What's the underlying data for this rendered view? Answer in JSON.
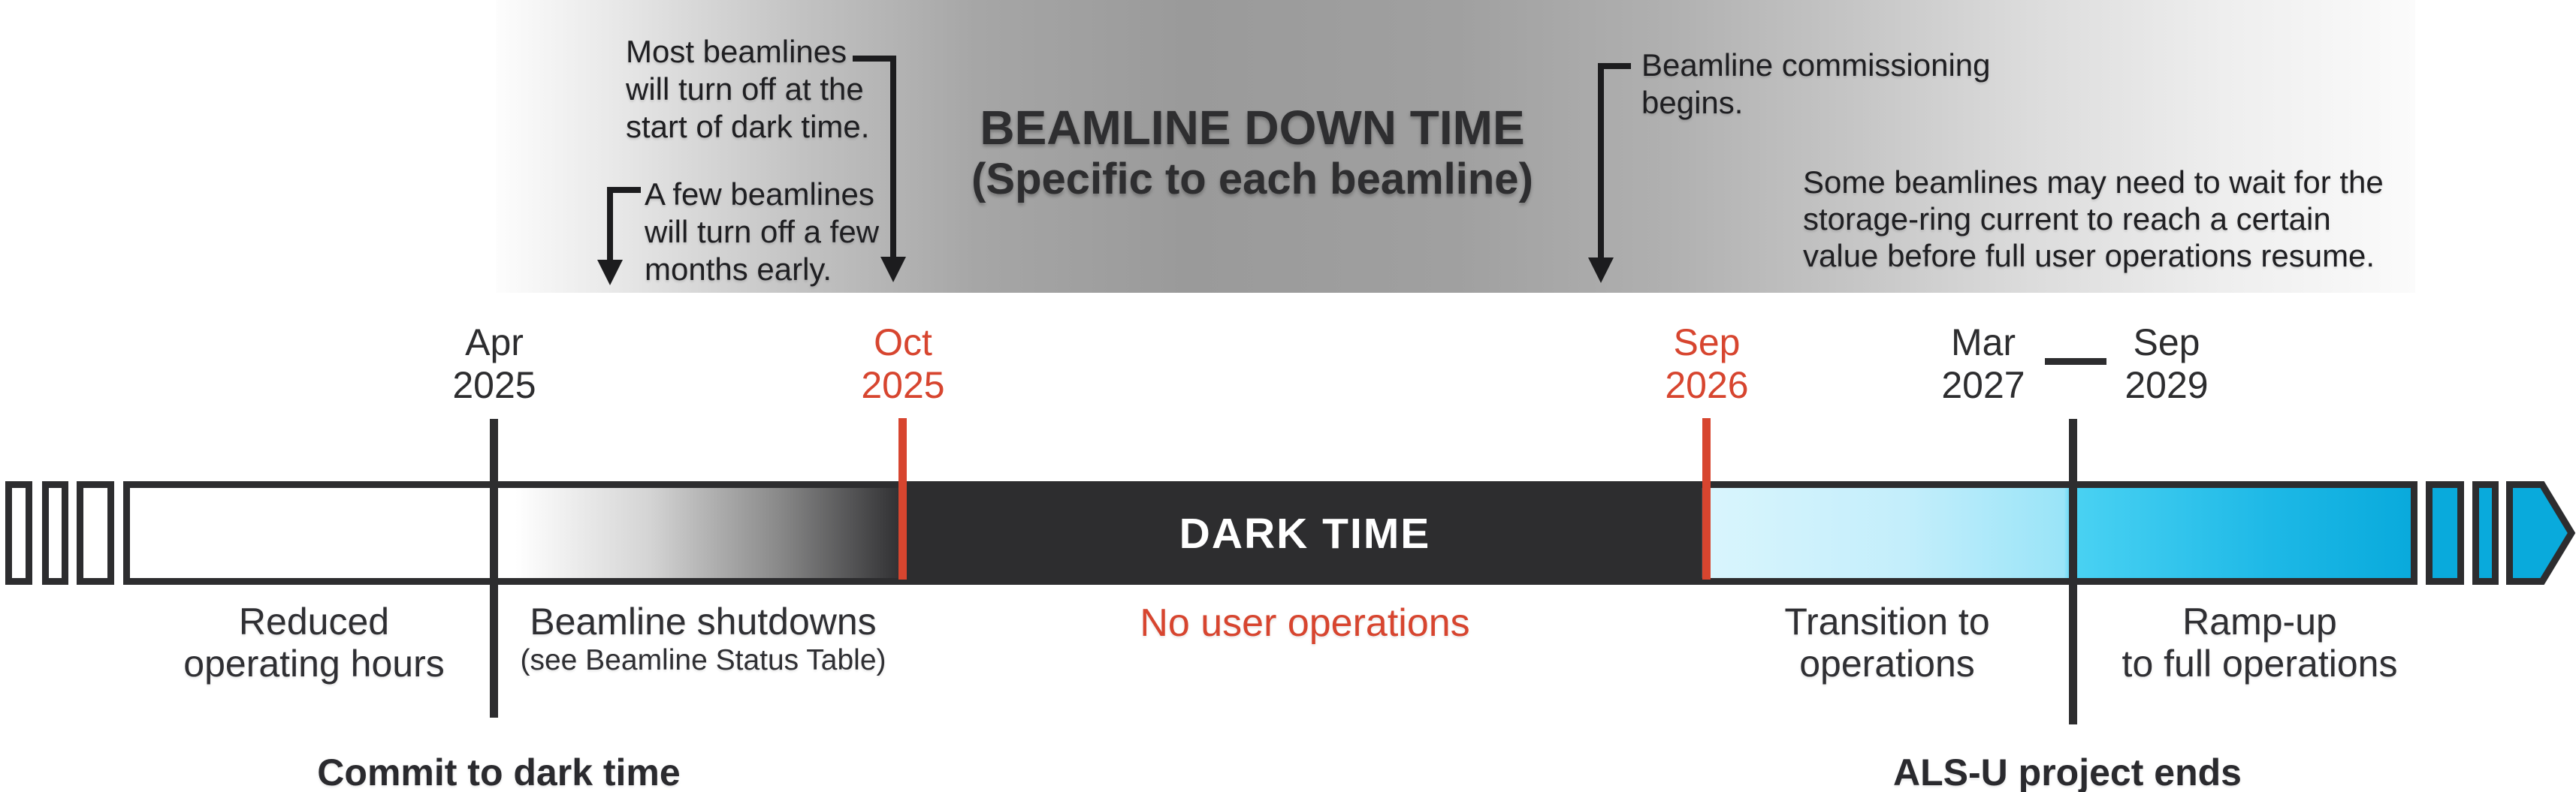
{
  "colors": {
    "dark": "#2d2d2f",
    "red": "#d7452f",
    "blue": "#09aadc",
    "cyan_light": "#d9f5fd",
    "band_gray": "#9a9a9a",
    "white": "#ffffff"
  },
  "band": {
    "title_line1": "BEAMLINE DOWN TIME",
    "title_line2": "(Specific to each beamline)",
    "annotations": {
      "most": {
        "line1": "Most beamlines",
        "line2": "will turn off at the",
        "line3": "start of dark time."
      },
      "few": {
        "line1": "A few beamlines",
        "line2": "will turn off a few",
        "line3": "months early."
      },
      "commissioning": {
        "line1": "Beamline commissioning",
        "line2": "begins."
      },
      "wait": {
        "line1": "Some beamlines may need to wait for the",
        "line2": "storage-ring current to reach a certain",
        "line3": "value before full user operations resume."
      }
    }
  },
  "timeline": {
    "dark_label": "DARK TIME",
    "milestones": [
      {
        "month": "Apr",
        "year": "2025",
        "highlight": false
      },
      {
        "month": "Oct",
        "year": "2025",
        "highlight": true
      },
      {
        "month": "Sep",
        "year": "2026",
        "highlight": true
      },
      {
        "month": "Mar",
        "year": "2027",
        "highlight": false
      },
      {
        "month": "Sep",
        "year": "2029",
        "highlight": false
      }
    ],
    "phases": [
      {
        "line1": "Reduced",
        "line2": "operating hours"
      },
      {
        "line1": "Beamline shutdowns",
        "line2": "(see Beamline Status Table)"
      },
      {
        "line1": "No user operations",
        "line2": ""
      },
      {
        "line1": "Transition to",
        "line2": "operations"
      },
      {
        "line1": "Ramp-up",
        "line2": "to full operations"
      }
    ],
    "events": [
      {
        "label": "Commit to dark time"
      },
      {
        "label": "ALS-U project ends"
      }
    ]
  }
}
